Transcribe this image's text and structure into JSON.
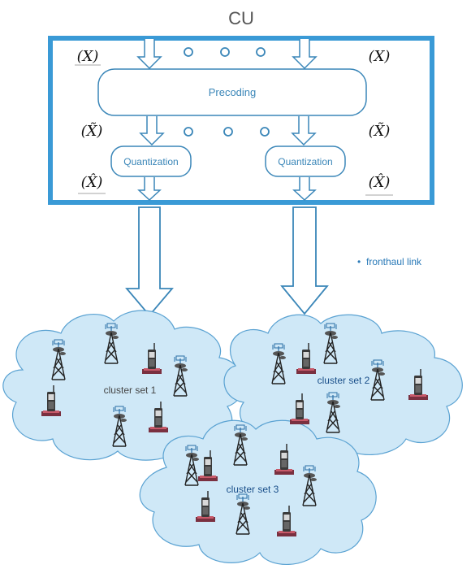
{
  "title": "CU",
  "blocks": {
    "precoding": "Precoding",
    "quantization_left": "Quantization",
    "quantization_right": "Quantization"
  },
  "signals": {
    "input": "(X)",
    "precoded": "(X̃)",
    "quantized": "(X̂)"
  },
  "legend": {
    "bullet": "•",
    "label": "fronthaul link"
  },
  "clusters": [
    {
      "label": "cluster set 1"
    },
    {
      "label": "cluster set 2"
    },
    {
      "label": "cluster set 3"
    }
  ],
  "colors": {
    "cu_border": "#3a9ad6",
    "block_stroke": "#3a86b8",
    "block_text": "#3a86b8",
    "arrow_stroke": "#3a86b8",
    "cloud_fill": "#cfe8f7",
    "cloud_stroke": "#5aa2d2",
    "tower": "#222222",
    "phone": "#444444",
    "phone_base": "#b84a5a"
  },
  "icons": {
    "tower": "cell-tower-icon",
    "phone": "mobile-phone-icon"
  }
}
